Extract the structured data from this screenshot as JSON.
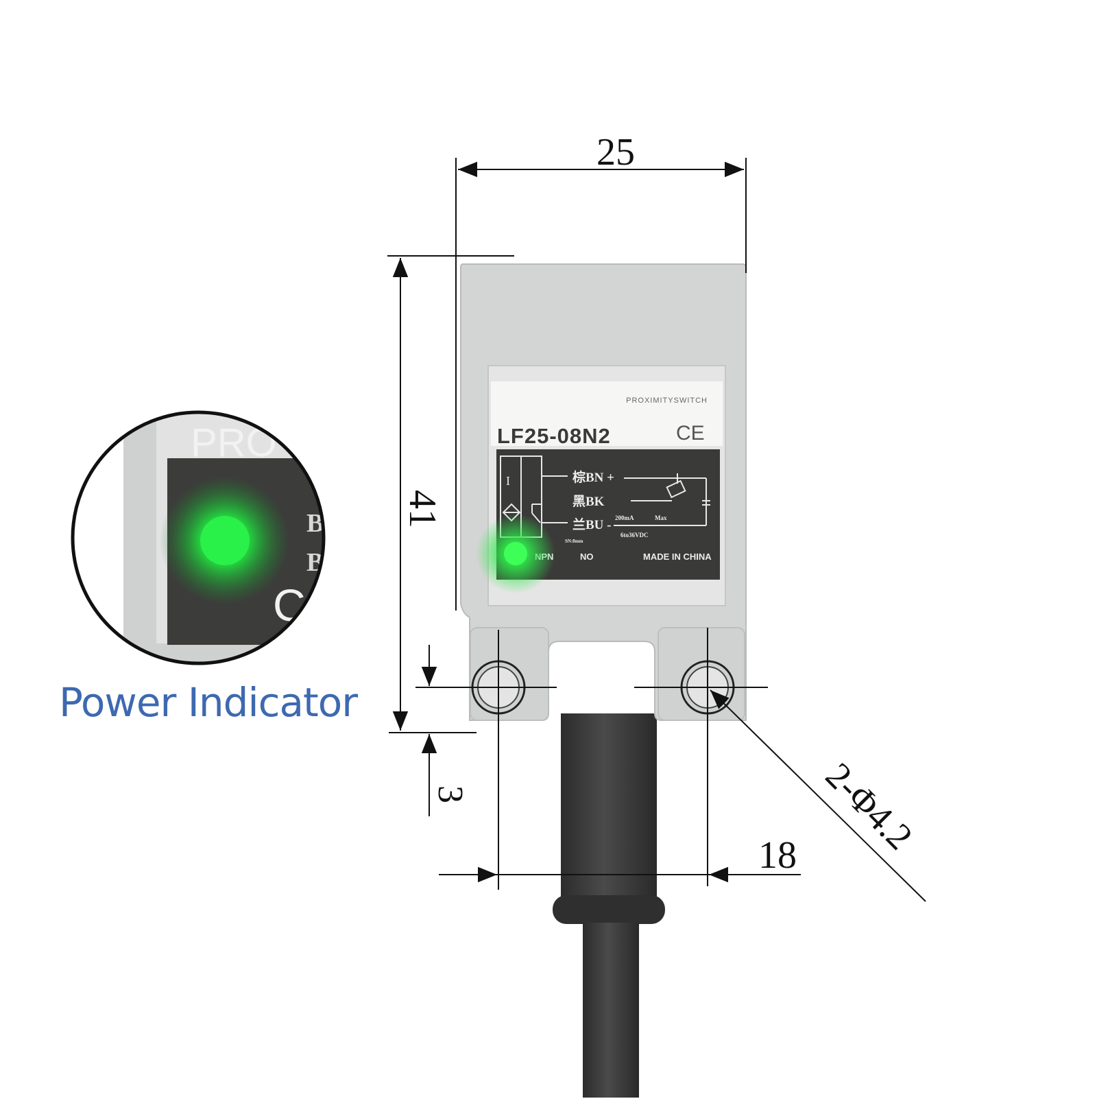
{
  "callout": {
    "caption": "Power Indicator",
    "zoom_text_top": "PRO",
    "zoom_text_mid1": "B",
    "zoom_text_mid2": "B",
    "zoom_text_bottom": "Co"
  },
  "dimensions": {
    "width": "25",
    "height": "41",
    "offset": "3",
    "hole_spacing": "18",
    "hole_diameter": "2-Φ4.2"
  },
  "label": {
    "header": "PROXIMITYSWITCH",
    "model": "LF25-08N2",
    "ce_mark": "CE",
    "wire_bn": "棕BN +",
    "wire_bk": "黑BK",
    "wire_bu": "兰BU -",
    "current": "200mA",
    "current_note": "Max",
    "voltage": "6to36VDC",
    "sensing": "SN:8mm",
    "output_type": "NPN",
    "contact": "NO",
    "origin": "MADE IN CHINA",
    "symbol_i": "I"
  },
  "colors": {
    "housing": "#d3d5d4",
    "housing_edge": "#b9bbba",
    "panel": "#3a3a38",
    "led": "#2ee84a",
    "cable": "#3b3b3b",
    "caption": "#3d69b0"
  },
  "icons": {
    "led": "green-led-icon",
    "sensor_symbol": "inductive-sensor-symbol-icon",
    "coil": "relay-coil-icon"
  }
}
